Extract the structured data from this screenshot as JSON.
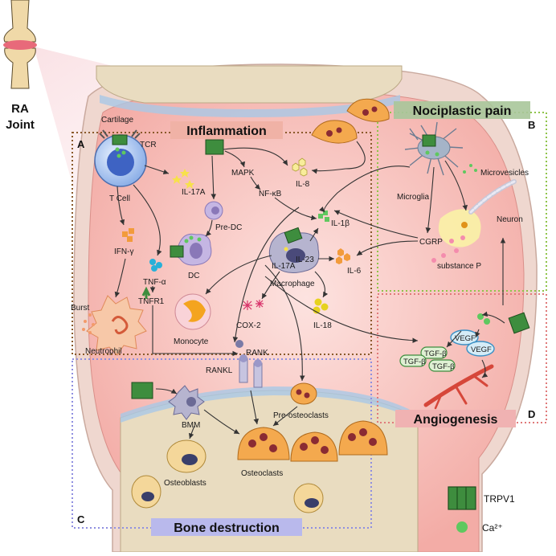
{
  "figure": {
    "header": {
      "line1": "RA",
      "line2": "Joint"
    },
    "regions": {
      "inflammation": "Inflammation",
      "nociplastic": "Nociplastic pain",
      "angiogenesis": "Angiogenesis",
      "bone": "Bone destruction"
    },
    "panels": {
      "a": "A",
      "b": "B",
      "c": "C",
      "d": "D"
    },
    "labels": {
      "cartilage": "Cartilage",
      "tcr": "TCR",
      "tcell": "T Cell",
      "il17a": "IL-17A",
      "mapk": "MAPK",
      "nfkb": "NF-κB",
      "il8": "IL-8",
      "il1b": "IL-1β",
      "ifng": "IFN-γ",
      "predc": "Pre-DC",
      "dc": "DC",
      "tnfa": "TNF-α",
      "tnfr1": "TNFR1",
      "burst": "Burst",
      "neutrophil": "Neutrophil",
      "monocyte": "Monocyte",
      "macrophage": "Macrophage",
      "il17a_m": "IL-17A",
      "il23": "IL-23",
      "il6": "IL-6",
      "il18": "IL-18",
      "cox2": "COX-2",
      "rank": "RANK",
      "rankl": "RANKL",
      "preosteo": "Pre-osteoclasts",
      "bmm": "BMM",
      "osteoblasts": "Osteoblasts",
      "osteoclasts": "Osteoclasts",
      "microglia": "Microglia",
      "microvesicles": "Microvesicles",
      "neuron": "Neuron",
      "cgrp": "CGRP",
      "substancep": "substance P",
      "vegf1": "VEGF",
      "vegf2": "VEGF",
      "tgfb1": "TGF-β",
      "tgfb2": "TGF-β",
      "tgfb3": "TGF-β"
    },
    "legend": {
      "trpv1": "TRPV1",
      "ca": "Ca²⁺"
    },
    "colors": {
      "trpv1": "#3e8d3e",
      "calcium": "#5fc85f",
      "synovium": "#f4b9b4",
      "bone": "#e9dcc0",
      "osteoclast": "#f4a94e",
      "boxA": "#8a5a2b",
      "boxB": "#8fc44a",
      "boxC": "#8f8fe0",
      "boxD": "#e07a7a"
    }
  }
}
